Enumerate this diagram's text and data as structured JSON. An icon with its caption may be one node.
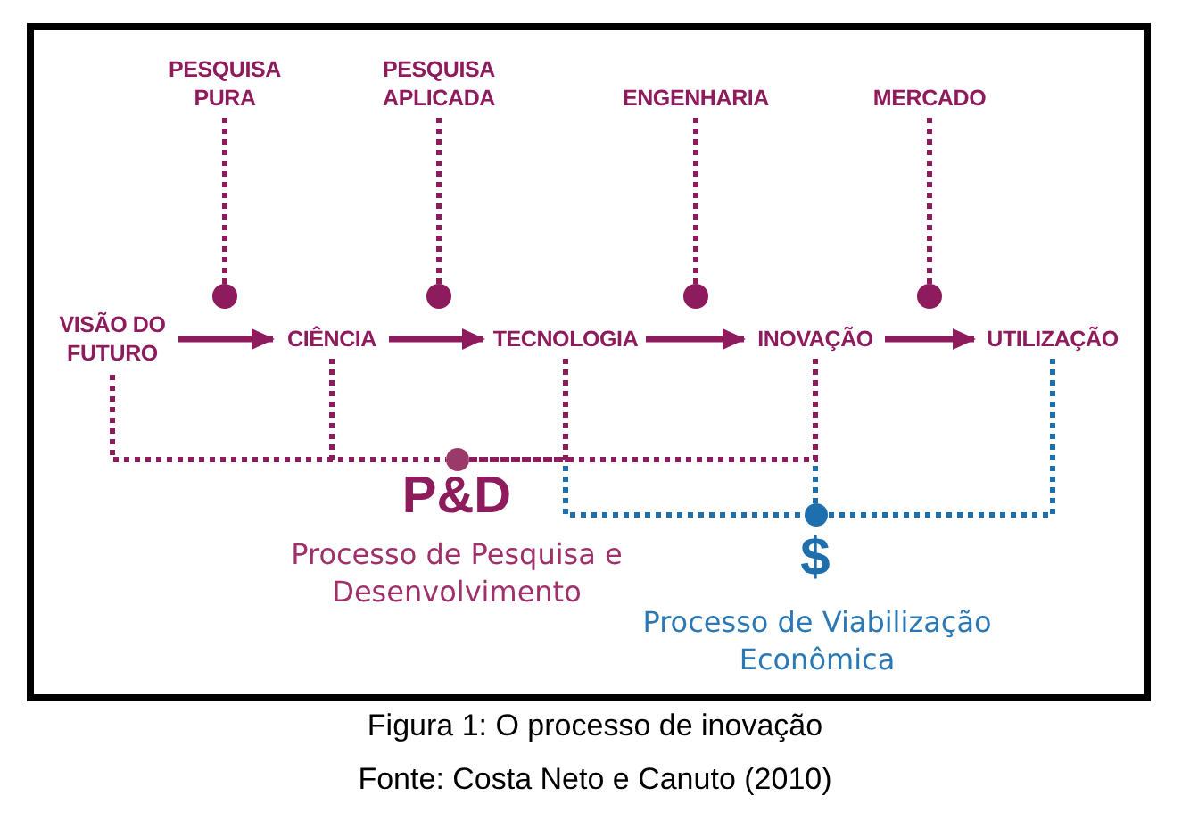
{
  "diagram": {
    "caption": "Figura 1: O processo de inovação",
    "nodes": [
      {
        "text": [
          "VISÃO DO FUTURO"
        ]
      },
      {
        "text": [
          "CIÊNCIA"
        ]
      },
      {
        "text": [
          "TECNOLOGIA"
        ]
      },
      {
        "text": [
          "INOVAÇÃO"
        ]
      },
      {
        "text": [
          "UTILIZAÇÃO"
        ]
      },
      {
        "text": [
          "PESQUISA PURA"
        ]
      },
      {
        "text": [
          "PESQUISA APLICADA"
        ]
      },
      {
        "text": [
          "ENGENHARIA"
        ]
      },
      {
        "text": [
          "MERCADO"
        ]
      },
      {
        "text": [],
        "shape": "circle"
      },
      {
        "text": [],
        "shape": "circle"
      },
      {
        "text": [],
        "shape": "circle"
      },
      {
        "text": [],
        "shape": "circle"
      },
      {
        "text": [],
        "shape": "circle"
      },
      {
        "text": [],
        "shape": "circle"
      }
    ],
    "edges": [
      {
        "from": 0,
        "to": 1,
        "arrow": "to"
      },
      {
        "from": 1,
        "to": 2,
        "arrow": "to"
      },
      {
        "from": 2,
        "to": 3,
        "arrow": "to"
      },
      {
        "from": 3,
        "to": 4,
        "arrow": "to"
      },
      {
        "from": 5,
        "to": 9,
        "arrow": "none",
        "style": "dashed"
      },
      {
        "from": 6,
        "to": 10,
        "arrow": "none",
        "style": "dashed"
      },
      {
        "from": 7,
        "to": 11,
        "arrow": "none",
        "style": "dashed"
      },
      {
        "from": 8,
        "to": 12,
        "arrow": "none",
        "style": "dashed"
      },
      {
        "from": 2,
        "to": 14,
        "arrow": "none",
        "style": "dashed",
        "color": "#1e6fae"
      },
      {
        "from": 3,
        "to": 14,
        "arrow": "none",
        "style": "dashed",
        "color": "#1e6fae"
      },
      {
        "from": 4,
        "to": 14,
        "arrow": "none",
        "style": "dashed",
        "color": "#1e6fae"
      },
      {
        "from": 0,
        "to": 13,
        "arrow": "none",
        "style": "dashed"
      },
      {
        "from": 1,
        "to": 13,
        "arrow": "none",
        "style": "dashed"
      },
      {
        "from": 2,
        "to": 13,
        "arrow": "none",
        "style": "dashed"
      },
      {
        "from": 3,
        "to": 13,
        "arrow": "none",
        "style": "dashed"
      }
    ],
    "labels": [
      "P&D",
      "Processo de Pesquisa e Desenvolvimento",
      "$",
      "Processo de Viabilização Econômica",
      "Fonte: Costa Neto e Canuto (2010)"
    ]
  }
}
